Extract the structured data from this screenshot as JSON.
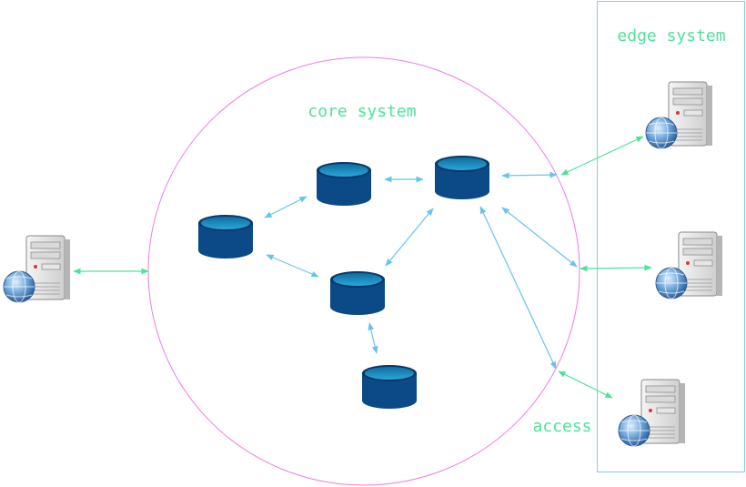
{
  "labels": {
    "core": "core system",
    "edge": "edge system",
    "access": "access"
  },
  "colors": {
    "core_boundary": "#f07be3",
    "edge_box": "#7fcfe0",
    "label_text": "#4ee39a",
    "internal_arrow": "#66c3ef",
    "external_arrow": "#4ee39a",
    "db_body": "#0b4a87",
    "db_top": "#1f8fc9"
  },
  "nodes": {
    "databases": [
      "db-1",
      "db-2",
      "db-3",
      "db-4",
      "db-5"
    ],
    "servers": [
      "external-server",
      "edge-server-1",
      "edge-server-2",
      "access-server"
    ],
    "server_icon": "server-with-globe-icon",
    "database_icon": "database-cylinder-icon"
  }
}
